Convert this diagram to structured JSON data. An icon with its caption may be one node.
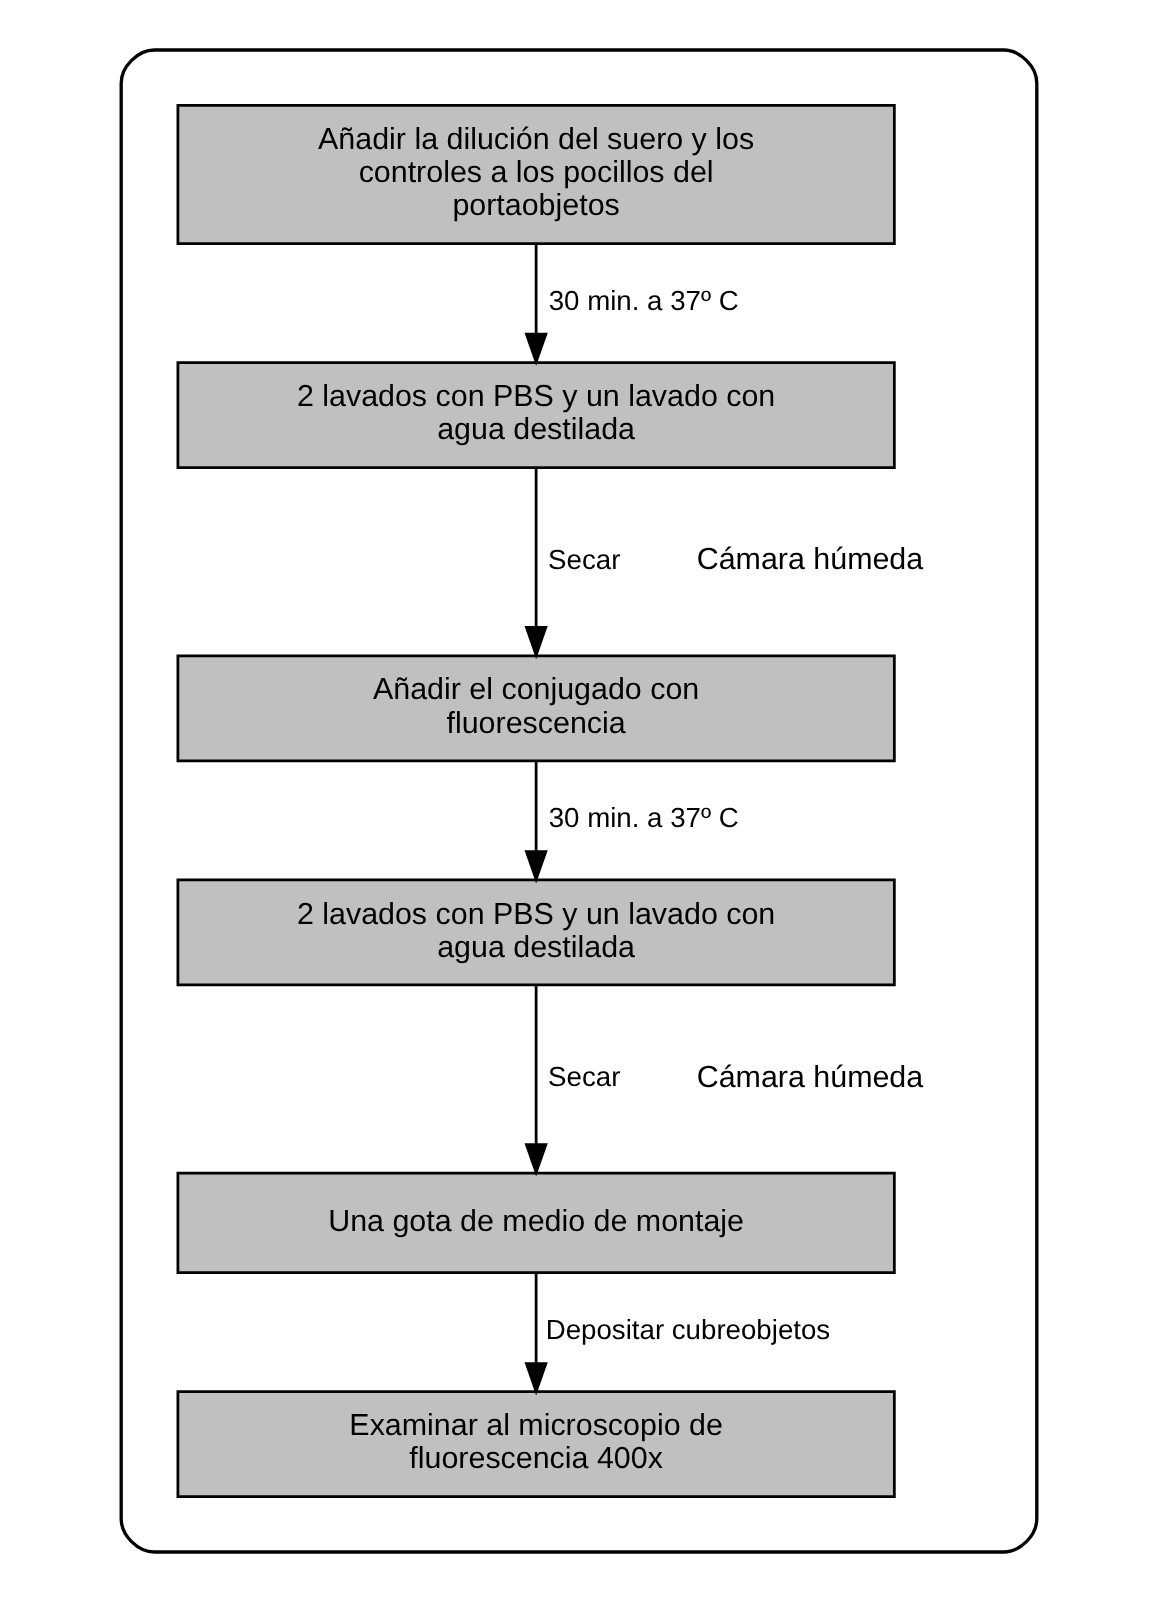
{
  "diagram": {
    "nodes": [
      {
        "text": [],
        "shape": "box"
      },
      {
        "text": [
          "Añadir la dilución del suero y los controles a los pocillos del portaobjetos"
        ],
        "in": 0
      },
      {
        "text": [
          "2 lavados con PBS y un lavado con agua destilada"
        ],
        "in": 0
      },
      {
        "text": [
          "Añadir el conjugado con fluorescencia"
        ],
        "in": 0
      },
      {
        "text": [
          "2 lavados con PBS y un lavado con agua destilada"
        ],
        "in": 0
      },
      {
        "text": [
          "Una gota de medio de montaje"
        ],
        "in": 0
      },
      {
        "text": [
          "Examinar al microscopio de fluorescencia 400x"
        ],
        "in": 0
      }
    ],
    "edges": [
      {
        "from": 1,
        "to": 2,
        "arrow": "to",
        "label": "30 min. a 37º C"
      },
      {
        "from": 2,
        "to": 3,
        "arrow": "to",
        "label": "Secar"
      },
      {
        "from": 3,
        "to": 4,
        "arrow": "to",
        "label": "30 min. a 37º C"
      },
      {
        "from": 4,
        "to": 5,
        "arrow": "to",
        "label": "Secar"
      },
      {
        "from": 5,
        "to": 6,
        "arrow": "to",
        "label": "Depositar cubreobjetos"
      }
    ],
    "labels": [
      "Cámara húmeda",
      "Cámara húmeda"
    ]
  }
}
